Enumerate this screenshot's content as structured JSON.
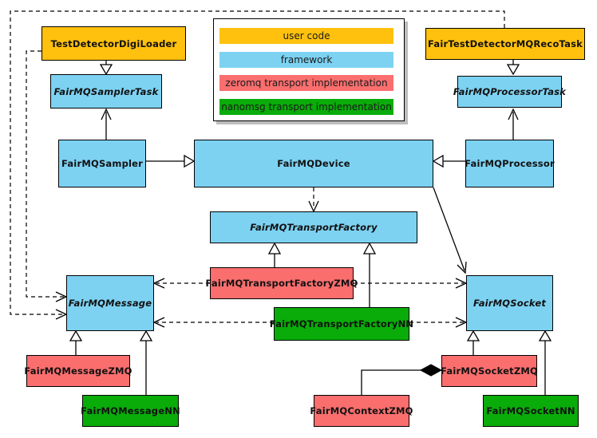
{
  "colors": {
    "user_code": "#FFC10E",
    "framework": "#7DD2F2",
    "zeromq": "#FA6E6E",
    "nanomsg": "#09AC09",
    "edge": "#000000",
    "background": "#FFFFFF"
  },
  "legend": {
    "items": [
      {
        "id": "user-code",
        "label": "user code",
        "color": "#FFC10E"
      },
      {
        "id": "framework",
        "label": "framework",
        "color": "#7DD2F2"
      },
      {
        "id": "zeromq",
        "label": "zeromq transport implementation",
        "color": "#FA6E6E"
      },
      {
        "id": "nanomsg",
        "label": "nanomsg transport implementation",
        "color": "#09AC09"
      }
    ]
  },
  "nodes": {
    "testDetectorDigiLoader": {
      "label": "TestDetectorDigiLoader",
      "category": "user code",
      "abstract": false
    },
    "fairTestDetectorMQRecoTask": {
      "label": "FairTestDetectorMQRecoTask",
      "category": "user code",
      "abstract": false
    },
    "fairMQSamplerTask": {
      "label": "FairMQSamplerTask",
      "category": "framework",
      "abstract": true
    },
    "fairMQProcessorTask": {
      "label": "FairMQProcessorTask",
      "category": "framework",
      "abstract": true
    },
    "fairMQSampler": {
      "label": "FairMQSampler",
      "category": "framework",
      "abstract": false
    },
    "fairMQDevice": {
      "label": "FairMQDevice",
      "category": "framework",
      "abstract": false
    },
    "fairMQProcessor": {
      "label": "FairMQProcessor",
      "category": "framework",
      "abstract": false
    },
    "fairMQTransportFactory": {
      "label": "FairMQTransportFactory",
      "category": "framework",
      "abstract": true
    },
    "fairMQTransportFactoryZMQ": {
      "label": "FairMQTransportFactoryZMQ",
      "category": "zeromq",
      "abstract": false
    },
    "fairMQTransportFactoryNN": {
      "label": "FairMQTransportFactoryNN",
      "category": "nanomsg",
      "abstract": false
    },
    "fairMQMessage": {
      "label": "FairMQMessage",
      "category": "framework",
      "abstract": true
    },
    "fairMQSocket": {
      "label": "FairMQSocket",
      "category": "framework",
      "abstract": true
    },
    "fairMQMessageZMQ": {
      "label": "FairMQMessageZMQ",
      "category": "zeromq",
      "abstract": false
    },
    "fairMQMessageNN": {
      "label": "FairMQMessageNN",
      "category": "nanomsg",
      "abstract": false
    },
    "fairMQSocketZMQ": {
      "label": "FairMQSocketZMQ",
      "category": "zeromq",
      "abstract": false
    },
    "fairMQSocketNN": {
      "label": "FairMQSocketNN",
      "category": "nanomsg",
      "abstract": false
    },
    "fairMQContextZMQ": {
      "label": "FairMQContextZMQ",
      "category": "zeromq",
      "abstract": false
    }
  }
}
